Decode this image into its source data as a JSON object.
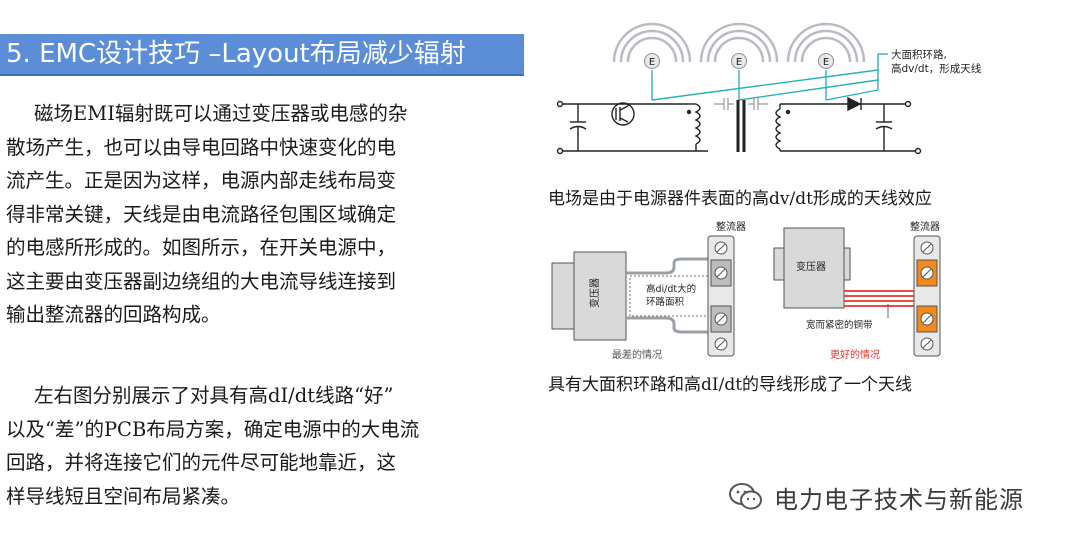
{
  "slide": {
    "title": "5. EMC设计技巧 –Layout布局减少辐射",
    "paragraph1_lines": [
      "磁场EMI辐射既可以通过变压器或电感的杂",
      "散场产生，也可以由导电回路中快速变化的电",
      "流产生。正是因为这样，电源内部走线布局变",
      "得非常关键，天线是由电流路径包围区域确定",
      "的电感所形成的。如图所示，在开关电源中，",
      "这主要由变压器副边绕组的大电流导线连接到",
      "输出整流器的回路构成。"
    ],
    "paragraph2_lines": [
      "左右图分别展示了对具有高dI/dt线路“好”",
      "以及“差”的PCB布局方案，确定电源中的大电流",
      "回路，并将连接它们的元件尽可能地靠近，这",
      "样导线短且空间布局紧凑。"
    ]
  },
  "figure1": {
    "field_marker": "E",
    "annotation_line1": "大面积环路,",
    "annotation_line2": "高dv/dt，形成天线",
    "caption": "电场是由于电源器件表面的高dv/dt形成的天线效应"
  },
  "figure2": {
    "left": {
      "rectifier_label": "整流器",
      "transformer_label": "变压器",
      "loop_label_line1": "高di/dt大的",
      "loop_label_line2": "环路面积",
      "verdict": "最差的情况"
    },
    "right": {
      "rectifier_label": "整流器",
      "transformer_label": "变压器",
      "strap_label": "宽而紧密的铜带",
      "verdict": "更好的情况"
    },
    "caption": "具有大面积环路和高dI/dt的导线形成了一个天线"
  },
  "watermark": {
    "text": "电力电子技术与新能源",
    "icon": "wechat-icon"
  },
  "colors": {
    "title_bar": "#5b8ed6",
    "antenna_teal": "#2ab0b8",
    "verdict_bad": "#555555",
    "verdict_good": "#e8332a",
    "copper_strap": "#e8332a",
    "rectifier_orange": "#f08a1c"
  }
}
